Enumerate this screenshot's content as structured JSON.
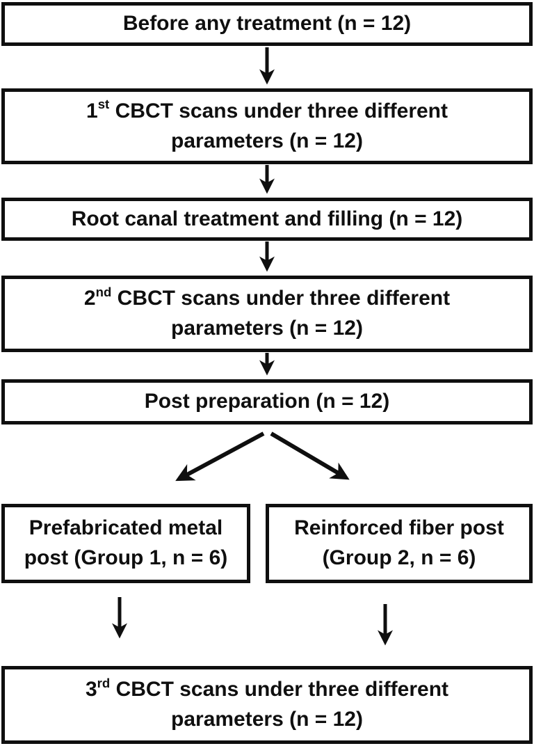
{
  "page": {
    "background": "#ffffff"
  },
  "diagram": {
    "type": "flowchart",
    "line_color": "#0f0f0f",
    "box_fill": "#ffffff",
    "boxes": [
      {
        "id": "before-treatment",
        "text": "Before any treatment (n = 12)"
      },
      {
        "id": "cbct-1",
        "num": "1",
        "sup": "st",
        "rest": " CBCT scans under three different",
        "line2": "parameters (n = 12)"
      },
      {
        "id": "root-canal",
        "text": "Root canal treatment and filling (n = 12)"
      },
      {
        "id": "cbct-2",
        "num": "2",
        "sup": "nd",
        "rest": " CBCT scans under three different",
        "line2": "parameters (n = 12)"
      },
      {
        "id": "post-preparation",
        "text": "Post preparation (n = 12)"
      },
      {
        "id": "group-1",
        "line1": "Prefabricated metal",
        "line2": "post (Group 1, n = 6)"
      },
      {
        "id": "group-2",
        "line1": "Reinforced fiber post",
        "line2": "(Group 2, n = 6)"
      },
      {
        "id": "cbct-3",
        "num": "3",
        "sup": "rd",
        "rest": " CBCT scans under three different",
        "line2": "parameters (n = 12)"
      }
    ]
  }
}
